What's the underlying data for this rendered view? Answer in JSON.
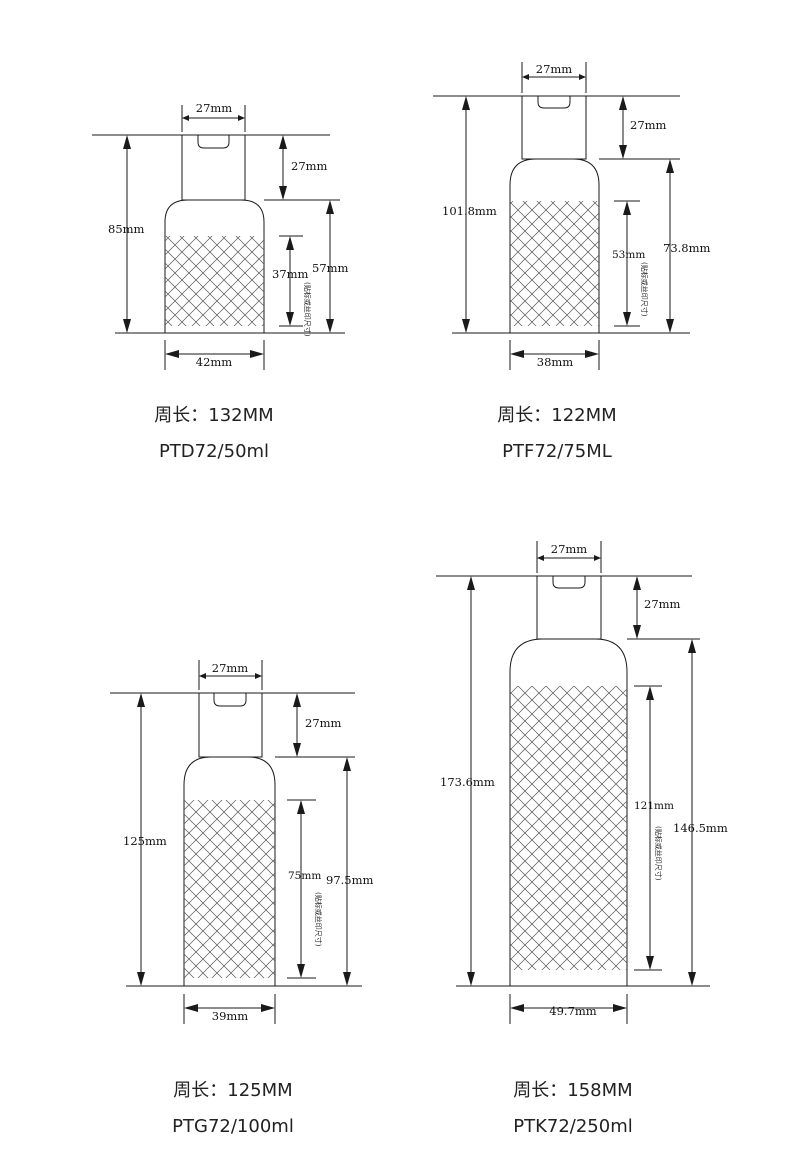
{
  "bottles": [
    {
      "id": "ptd72",
      "cap_width": "27mm",
      "cap_height": "27mm",
      "total_height": "85mm",
      "body_height": "57mm",
      "label_height": "37mm",
      "width": "42mm",
      "label_note": "(贴标或丝印尺寸)",
      "perimeter": "周长：132MM",
      "model": "PTD72/50ml"
    },
    {
      "id": "ptf72",
      "cap_width": "27mm",
      "cap_height": "27mm",
      "total_height": "101.8mm",
      "body_height": "73.8mm",
      "label_height": "53mm",
      "width": "38mm",
      "label_note": "(贴标或丝印尺寸)",
      "perimeter": "周长：122MM",
      "model": "PTF72/75ML"
    },
    {
      "id": "ptg72",
      "cap_width": "27mm",
      "cap_height": "27mm",
      "total_height": "125mm",
      "body_height": "97.5mm",
      "label_height": "75mm",
      "width": "39mm",
      "label_note": "(贴标或丝印尺寸)",
      "perimeter": "周长：125MM",
      "model": "PTG72/100ml"
    },
    {
      "id": "ptk72",
      "cap_width": "27mm",
      "cap_height": "27mm",
      "total_height": "173.6mm",
      "body_height": "146.5mm",
      "label_height": "121mm",
      "width": "49.7mm",
      "label_note": "(贴标或丝印尺寸)",
      "perimeter": "周长：158MM",
      "model": "PTK72/250ml"
    }
  ],
  "colors": {
    "line": "#1a1a1a",
    "hatch": "#555555"
  }
}
